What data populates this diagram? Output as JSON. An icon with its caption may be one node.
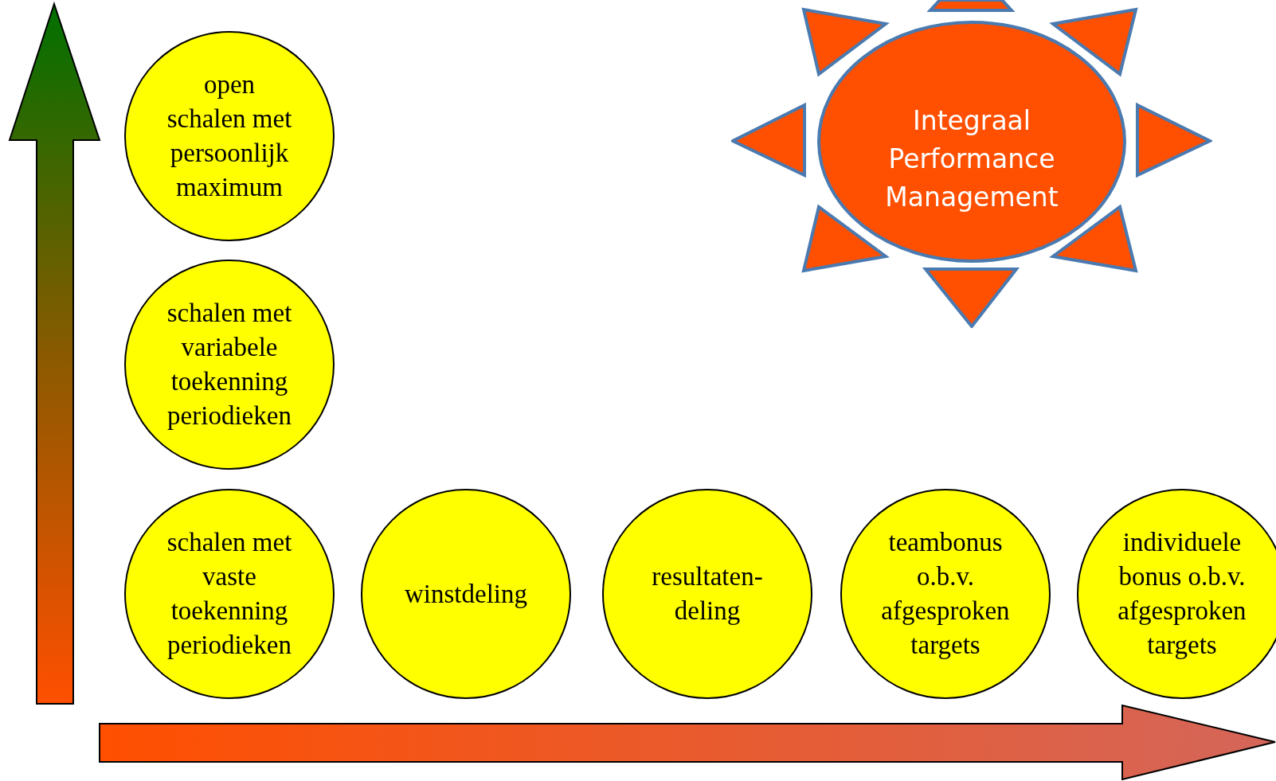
{
  "diagram": {
    "nodes": [
      {
        "text": [
          "open schalen met persoonlijk maximum"
        ]
      },
      {
        "text": [
          "Integraal Performance Management"
        ]
      },
      {
        "text": [
          "schalen met variabele toekenning periodieken"
        ]
      },
      {
        "text": [
          "schalen met vaste toekenning periodieken"
        ]
      },
      {
        "text": [
          "winstdeling"
        ]
      },
      {
        "text": [
          "resultaten-deling"
        ]
      },
      {
        "text": [
          "teambonus o.b.v. afgesproken targets"
        ]
      },
      {
        "text": [
          "individuele bonus o.b.v. afgesproken targets"
        ]
      }
    ],
    "edges": []
  }
}
